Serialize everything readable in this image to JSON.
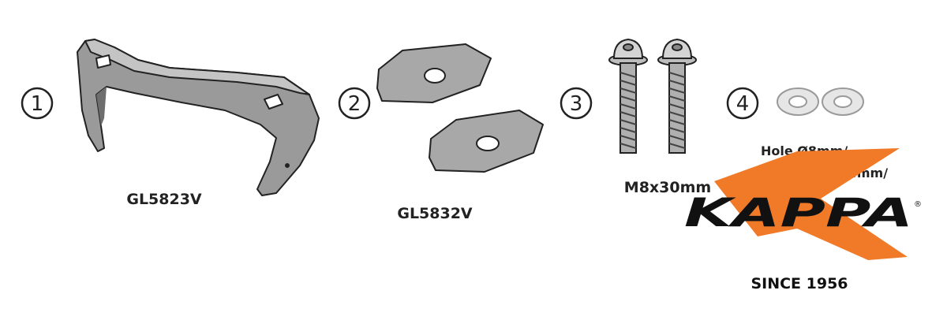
{
  "parts": [
    {
      "number": "1",
      "code": "GL5823V"
    },
    {
      "number": "2",
      "code": "GL5832V"
    },
    {
      "number": "3",
      "code": "M8x30mm"
    },
    {
      "number": "4",
      "code": "Hole Ø8mm/",
      "code_line2": "Ø14mm/"
    }
  ],
  "brand": {
    "name": "KAPPA",
    "registered": "®",
    "tagline": "SINCE 1956",
    "accent_color": "#f07a28"
  }
}
